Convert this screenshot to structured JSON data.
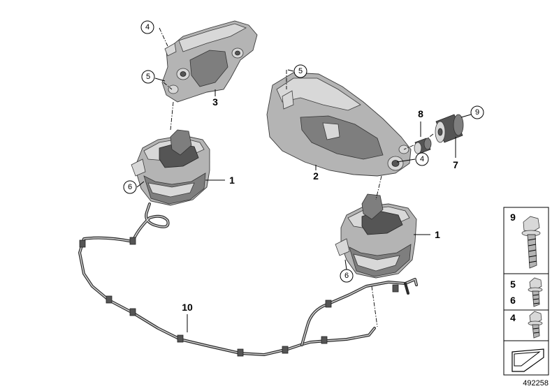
{
  "callouts": {
    "c4_top": "4",
    "c5_left": "5",
    "c5_right": "5",
    "c6_left": "6",
    "c6_right": "6",
    "c4_right": "4",
    "c9": "9"
  },
  "labels": {
    "l3": "3",
    "l1_left": "1",
    "l2": "2",
    "l8": "8",
    "l7": "7",
    "l1_right": "1",
    "l10": "10"
  },
  "legend": {
    "cell_9": "9",
    "cell_5": "5",
    "cell_6": "6",
    "cell_4": "4"
  },
  "figure_number": "492258"
}
